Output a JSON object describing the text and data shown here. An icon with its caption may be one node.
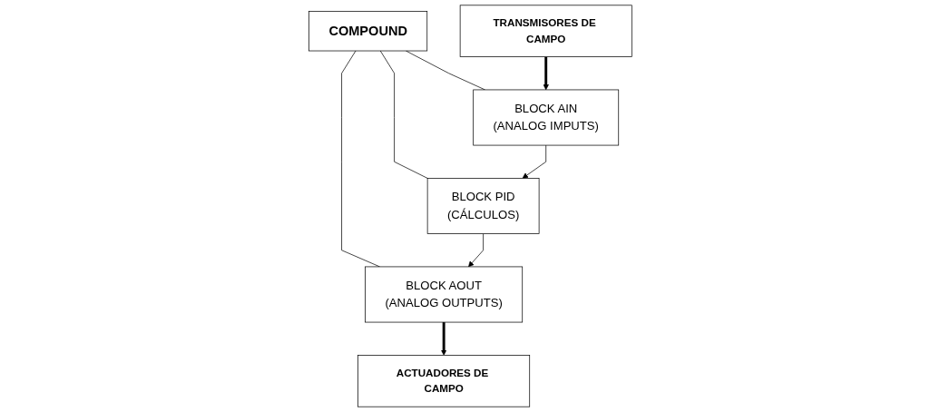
{
  "diagram": {
    "nodes": [
      {
        "text": [
          "COMPOUND"
        ]
      },
      {
        "text": [
          "BLOCK AIN",
          "(ANALOG IMPUTS)"
        ]
      },
      {
        "text": [
          "BLOCK PID",
          "(CÁLCULOS)"
        ]
      },
      {
        "text": [
          "BLOCK AOUT",
          "(ANALOG OUTPUTS)"
        ]
      },
      {
        "text": [
          "TRANSMISORES DE CAMPO"
        ]
      },
      {
        "text": [
          "ACTUADORES DE CAMPO"
        ]
      }
    ],
    "edges": [
      {
        "from": 0,
        "to": 1,
        "arrow": "none"
      },
      {
        "from": 0,
        "to": 2,
        "arrow": "none"
      },
      {
        "from": 0,
        "to": 3,
        "arrow": "none"
      },
      {
        "from": 1,
        "to": 2,
        "arrow": "to"
      },
      {
        "from": 2,
        "to": 3,
        "arrow": "to"
      },
      {
        "from": 4,
        "to": 1,
        "arrow": "to",
        "style": "thick"
      },
      {
        "from": 3,
        "to": 5,
        "arrow": "to",
        "style": "thick"
      }
    ]
  }
}
